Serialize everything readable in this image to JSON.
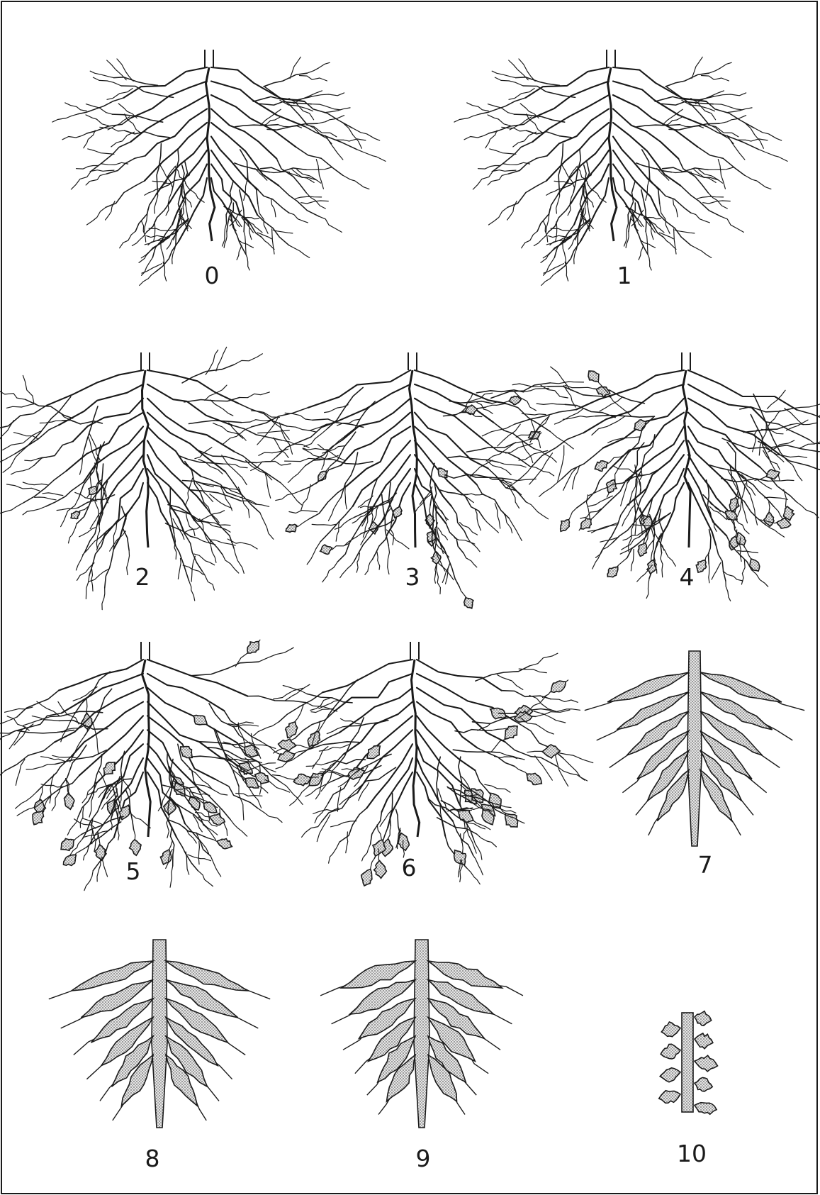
{
  "diagram": {
    "panels": [
      {
        "label": "0",
        "severity": 0
      },
      {
        "label": "1",
        "severity": 1
      },
      {
        "label": "2",
        "severity": 2
      },
      {
        "label": "3",
        "severity": 3
      },
      {
        "label": "4",
        "severity": 4
      },
      {
        "label": "5",
        "severity": 5
      },
      {
        "label": "6",
        "severity": 6
      },
      {
        "label": "7",
        "severity": 7
      },
      {
        "label": "8",
        "severity": 8
      },
      {
        "label": "9",
        "severity": 9
      },
      {
        "label": "10",
        "severity": 10
      }
    ]
  },
  "colors": {
    "ink": "#1a1a1a",
    "gall": "#cfcfcf",
    "paper": "#ffffff"
  }
}
